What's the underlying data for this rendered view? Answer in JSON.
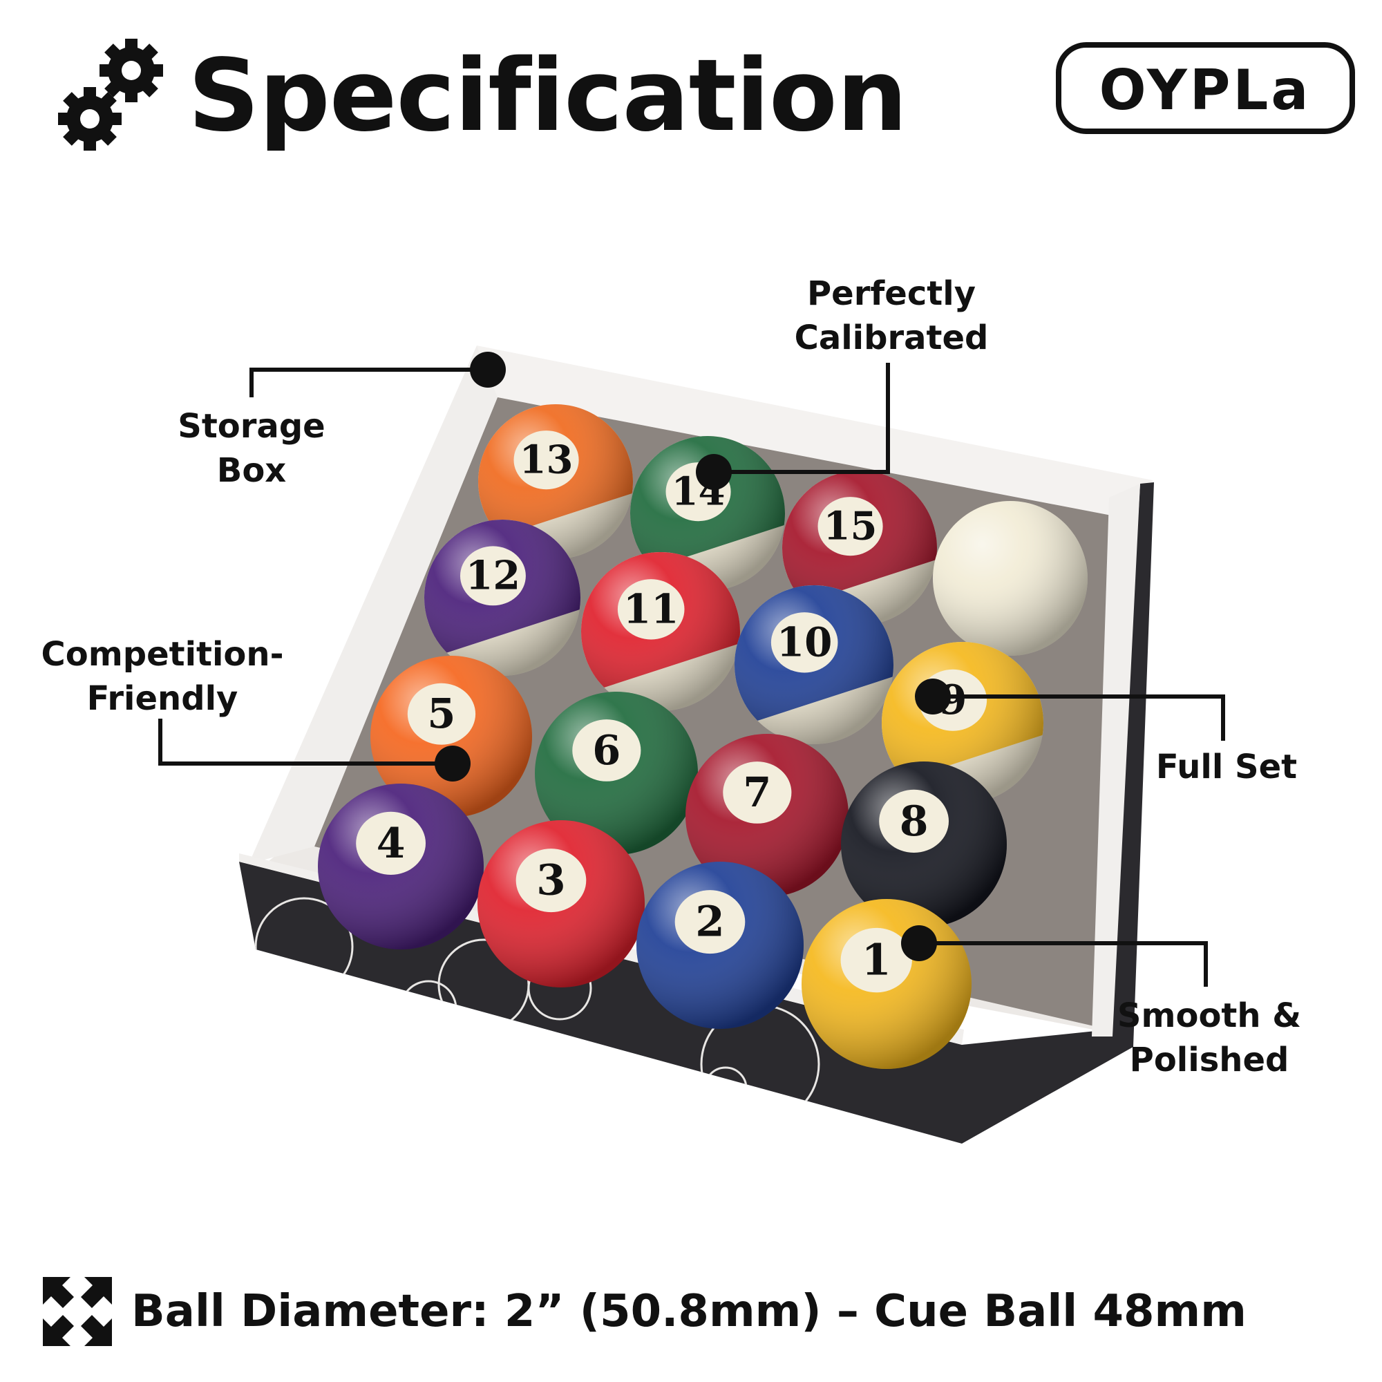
{
  "header": {
    "title": "Specification",
    "logo_text": "OYPLa"
  },
  "callouts": {
    "storage_box": [
      "Storage",
      "Box"
    ],
    "perfectly_calibrated": [
      "Perfectly",
      "Calibrated"
    ],
    "competition_friendly": [
      "Competition-",
      "Friendly"
    ],
    "full_set": [
      "Full Set"
    ],
    "smooth_polished": [
      "Smooth &",
      "Polished"
    ]
  },
  "balls": [
    {
      "number": "13",
      "color": "#f06a1e",
      "style": "stripe"
    },
    {
      "number": "14",
      "color": "#1f6b3d",
      "style": "stripe"
    },
    {
      "number": "15",
      "color": "#a5152a",
      "style": "stripe"
    },
    {
      "number": "",
      "color": "#f2ecd6",
      "style": "cue"
    },
    {
      "number": "12",
      "color": "#4a1f7a",
      "style": "stripe"
    },
    {
      "number": "11",
      "color": "#e0202c",
      "style": "stripe"
    },
    {
      "number": "10",
      "color": "#1f3f96",
      "style": "stripe"
    },
    {
      "number": "9",
      "color": "#f5b81c",
      "style": "stripe"
    },
    {
      "number": "5",
      "color": "#f5661e",
      "style": "solid"
    },
    {
      "number": "6",
      "color": "#1f6b3d",
      "style": "solid"
    },
    {
      "number": "7",
      "color": "#a5152a",
      "style": "solid"
    },
    {
      "number": "8",
      "color": "#14161f",
      "style": "solid"
    },
    {
      "number": "4",
      "color": "#4a1f7a",
      "style": "solid"
    },
    {
      "number": "3",
      "color": "#e0202c",
      "style": "solid"
    },
    {
      "number": "2",
      "color": "#1f3f96",
      "style": "solid"
    },
    {
      "number": "1",
      "color": "#f5b81c",
      "style": "solid"
    }
  ],
  "footer": {
    "spec_text": "Ball Diameter: 2” (50.8mm) – Cue Ball 48mm"
  },
  "colors": {
    "text": "#111111",
    "box_dark": "#2b2a2e",
    "box_light": "#f1efed",
    "felt": "#8c8580"
  }
}
